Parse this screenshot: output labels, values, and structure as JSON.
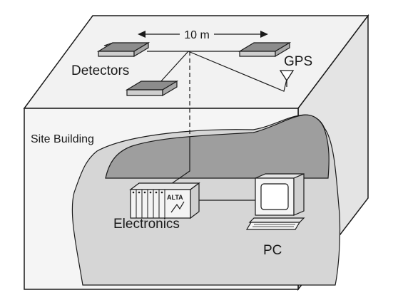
{
  "diagram": {
    "labels": {
      "distance": "10 m",
      "detectors": "Detectors",
      "gps": "GPS",
      "site_building": "Site Building",
      "electronics": "Electronics",
      "electronics_box_text": "ALTA",
      "pc": "PC"
    },
    "colors": {
      "outline": "#1a1a1a",
      "roof": "#f2f2f2",
      "front_wall": "#f5f5f5",
      "side_wall": "#e4e4e4",
      "floor": "#d6d6d6",
      "back_wall": "#9e9e9e",
      "detector_top": "#8c8c8c",
      "detector_side": "#cfcfcf"
    }
  }
}
